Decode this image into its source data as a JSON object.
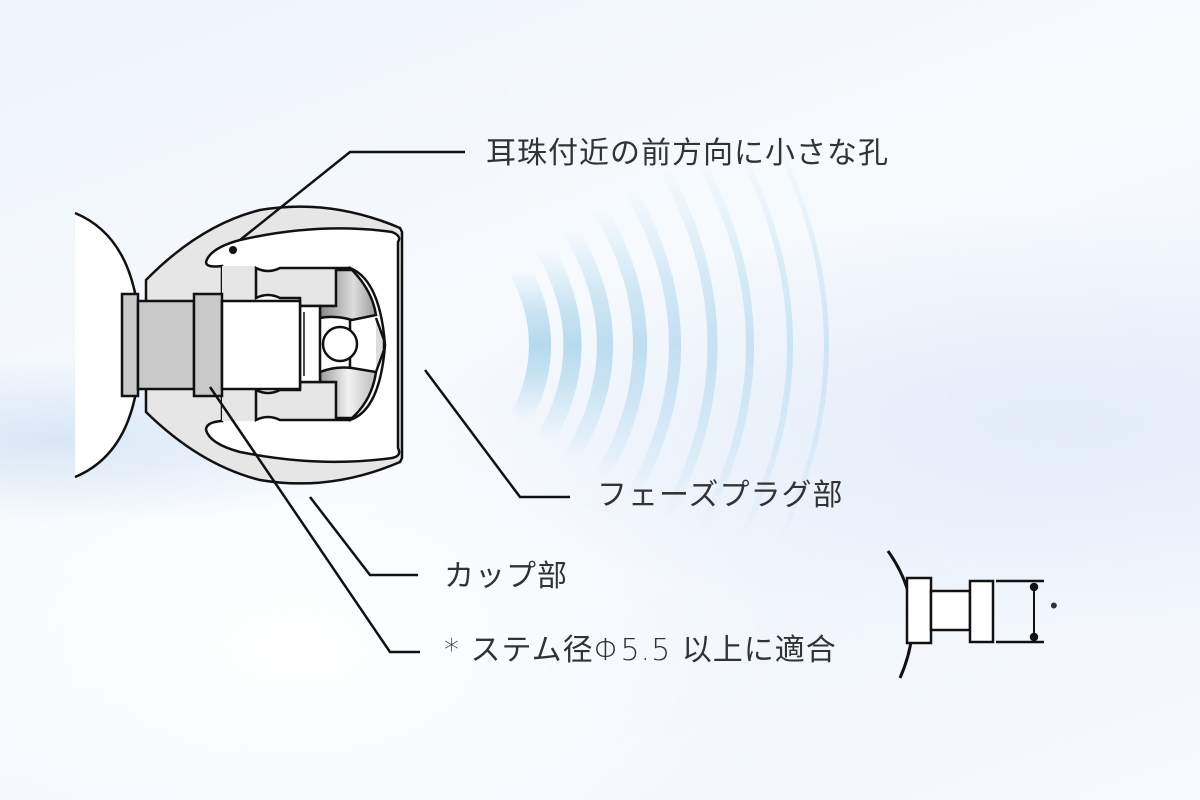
{
  "diagram": {
    "subject": "earpiece tip cross-section",
    "labels": {
      "front_hole": "耳珠付近の前方向に小さな孔",
      "phase_plug": "フェーズプラグ部",
      "cup": "カップ部",
      "stem_note": "* ステム径Φ5.5 以上に適合"
    },
    "inset": {
      "dimension_marker": "•"
    },
    "colors": {
      "outline": "#111111",
      "shell_fill": "#e6e6e6",
      "stem_fill": "#c9c9c9",
      "inner_fill": "#ffffff",
      "text": "#333333",
      "sound_wave": "#b9dcef",
      "background": "#f3f7fc"
    }
  }
}
